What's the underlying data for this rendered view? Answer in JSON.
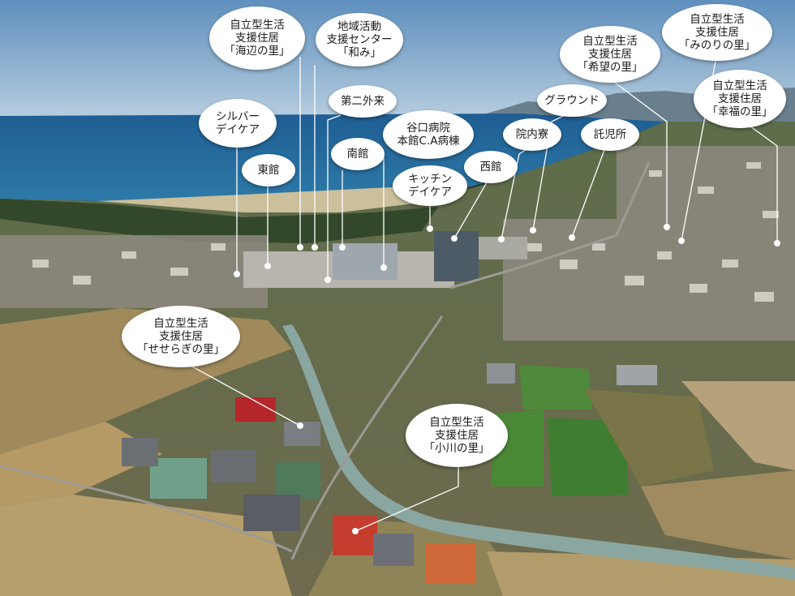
{
  "labels": {
    "umibe": [
      "自立型生活",
      "支援住居",
      "「海辺の里」"
    ],
    "wami": [
      "地域活動",
      "支援センター",
      "「和み」"
    ],
    "kibou": [
      "自立型生活",
      "支援住居",
      "「希望の里」"
    ],
    "minori": [
      "自立型生活",
      "支援住居",
      "「みのりの里」"
    ],
    "koufuku": [
      "自立型生活",
      "支援住居",
      "「幸福の里」"
    ],
    "silver": [
      "シルバー",
      "デイケア"
    ],
    "higashi": [
      "東館"
    ],
    "dainigairai": [
      "第二外来"
    ],
    "minami": [
      "南館"
    ],
    "taniguchi": [
      "谷口病院",
      "本館C.A病棟"
    ],
    "kitchen": [
      "キッチン",
      "デイケア"
    ],
    "nishi": [
      "西館"
    ],
    "innairyo": [
      "院内寮"
    ],
    "ground": [
      "グラウンド"
    ],
    "takujisho": [
      "託児所"
    ],
    "seseragi": [
      "自立型生活",
      "支援住居",
      "「せせらぎの里」"
    ],
    "ogawa": [
      "自立型生活",
      "支援住居",
      "「小川の里」"
    ]
  },
  "colors": {
    "sky": "#6f9bc4",
    "sea": "#1d5a8e",
    "bubble": "#ffffff",
    "leader": "#ffffff",
    "field_green": "#4f8a3a",
    "field_tan": "#b59a66"
  }
}
